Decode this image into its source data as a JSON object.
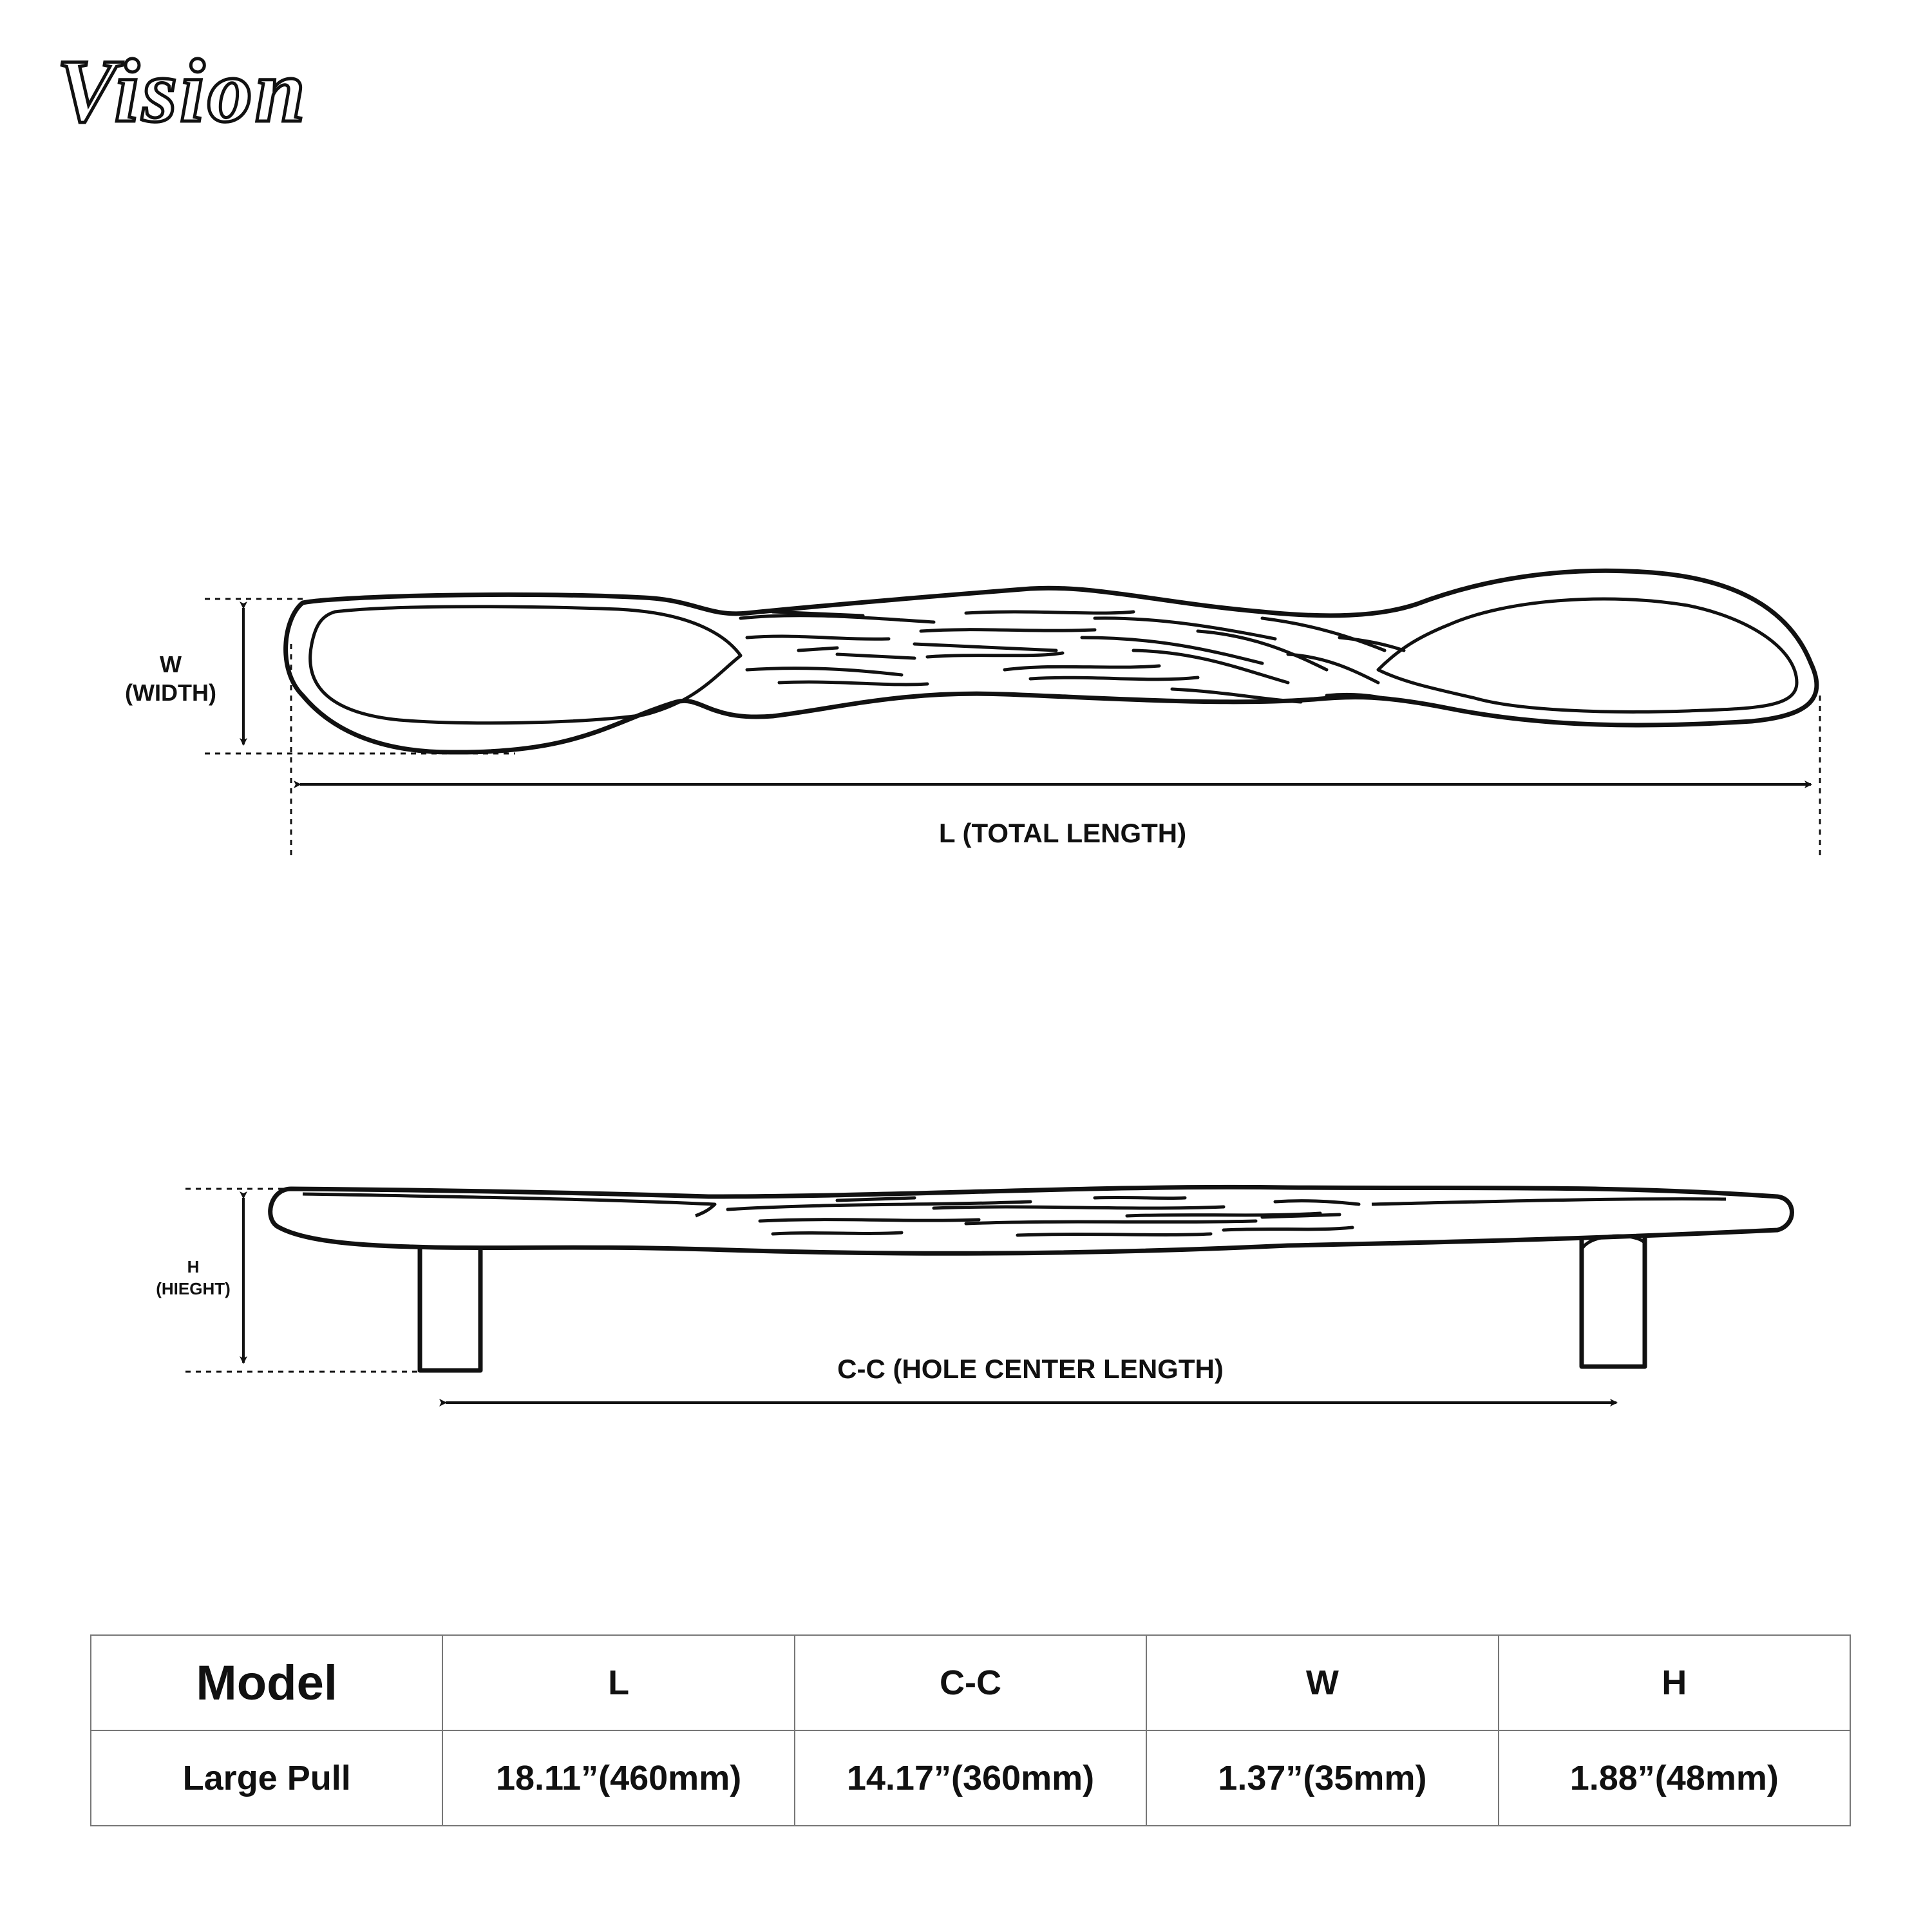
{
  "brand": {
    "name": "Vision"
  },
  "dimension_labels": {
    "width": "W\n(WIDTH)",
    "height": "H\n(HIEGHT)",
    "total_length": "L (TOTAL LENGTH)",
    "hole_center": "C-C (HOLE CENTER LENGTH)"
  },
  "spec_table": {
    "headers": [
      "Model",
      "L",
      "C-C",
      "W",
      "H"
    ],
    "rows": [
      [
        "Large Pull",
        "18.11”(460mm)",
        "14.17”(360mm)",
        "1.37”(35mm)",
        "1.88”(48mm)"
      ]
    ]
  },
  "colors": {
    "line": "#111111",
    "table_border": "#777777",
    "background": "#ffffff"
  }
}
